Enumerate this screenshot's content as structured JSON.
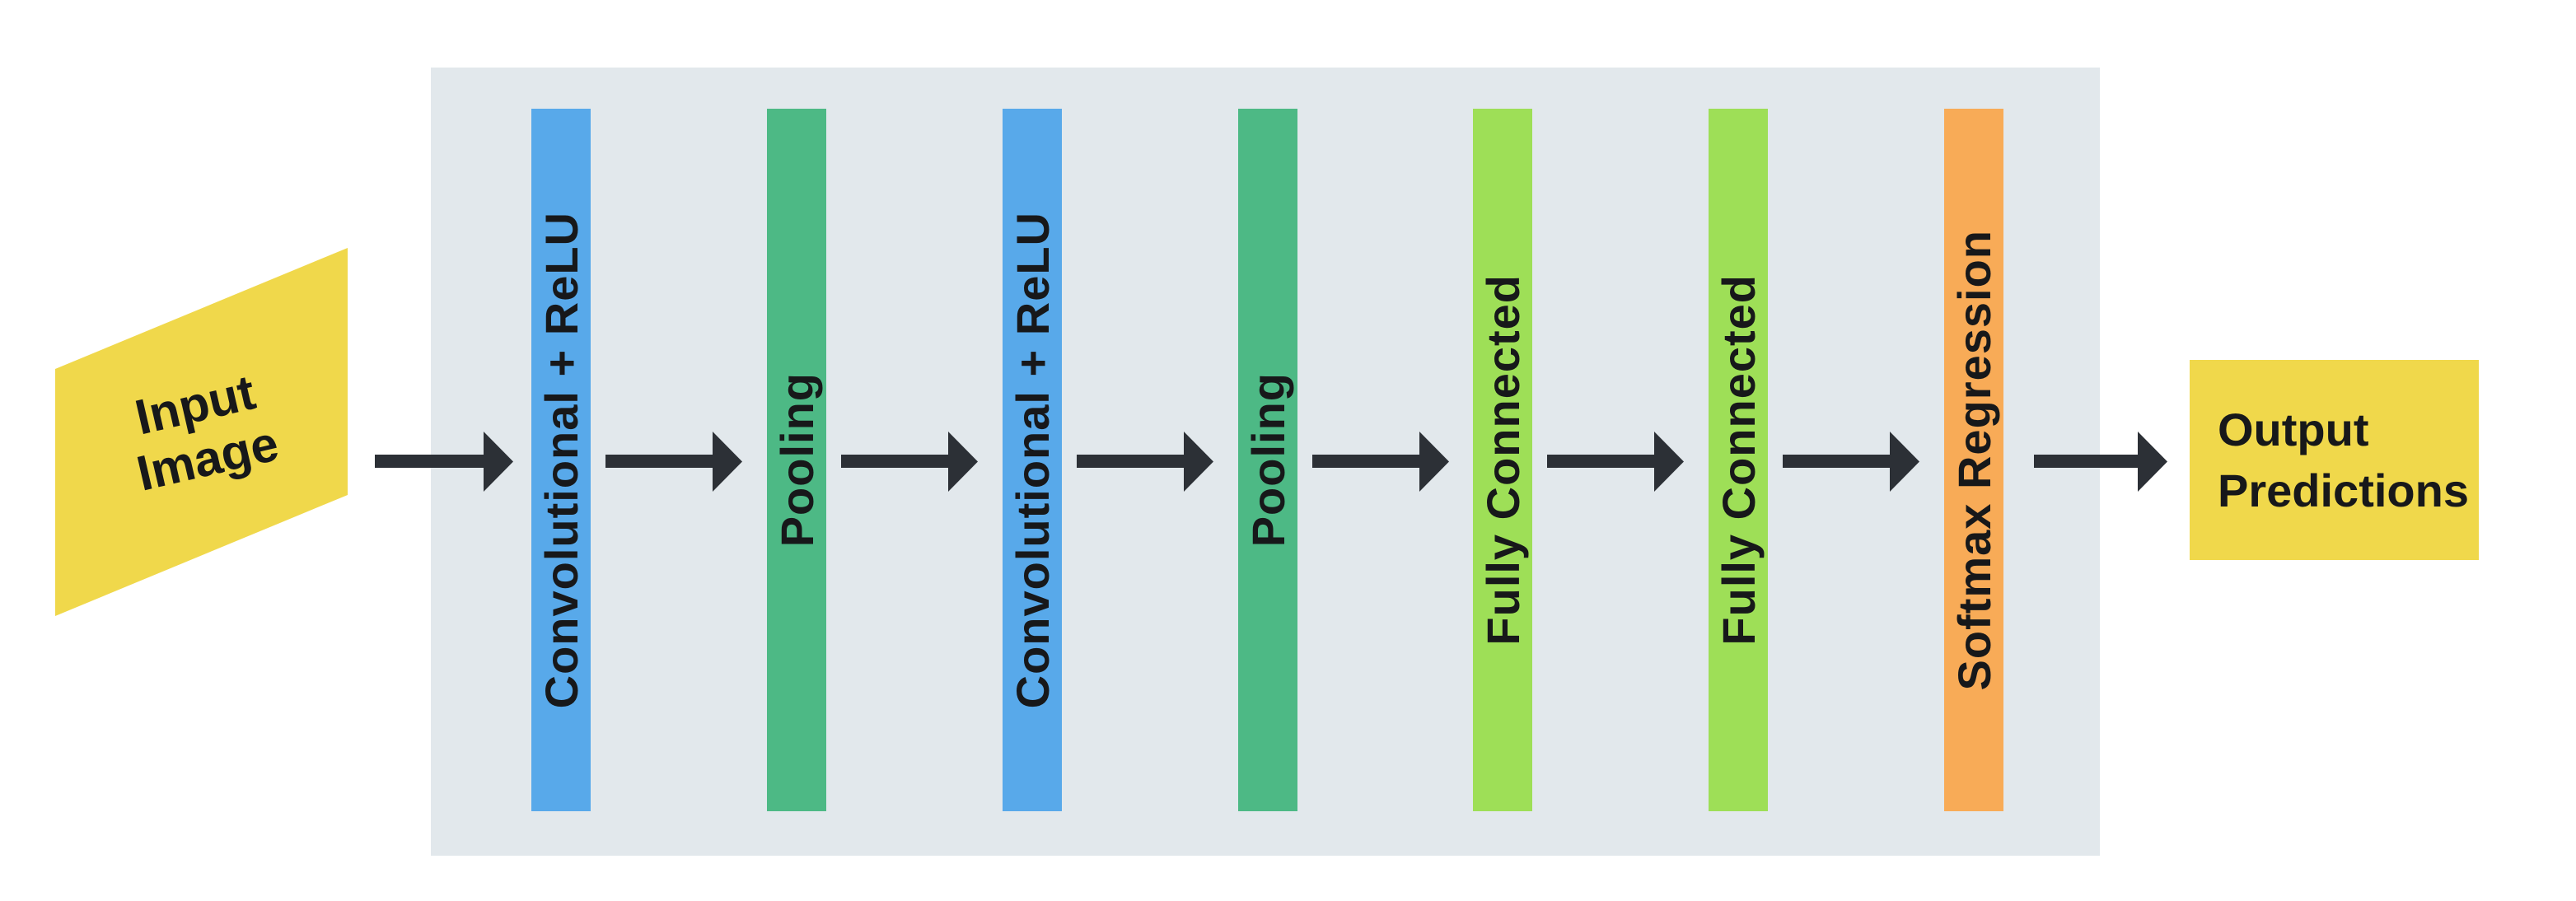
{
  "diagram": {
    "panel_color": "#E2E8EC",
    "arrow_color": "#2C3036",
    "text_color": "#17181A",
    "input": {
      "color": "#F0D84B",
      "lines": [
        "Input",
        "Image"
      ]
    },
    "stages": [
      {
        "label": "Convolutional + ReLU",
        "color": "#58A9EA"
      },
      {
        "label": "Pooling",
        "color": "#4DB985"
      },
      {
        "label": "Convolutional + ReLU",
        "color": "#58A9EA"
      },
      {
        "label": "Pooling",
        "color": "#4DB985"
      },
      {
        "label": "Fully Connected",
        "color": "#9EDF57"
      },
      {
        "label": "Fully Connected",
        "color": "#9EDF57"
      },
      {
        "label": "Softmax Regression",
        "color": "#F8AB57"
      }
    ],
    "output": {
      "color": "#F0D84B",
      "lines": [
        "Output",
        "Predictions"
      ]
    }
  }
}
